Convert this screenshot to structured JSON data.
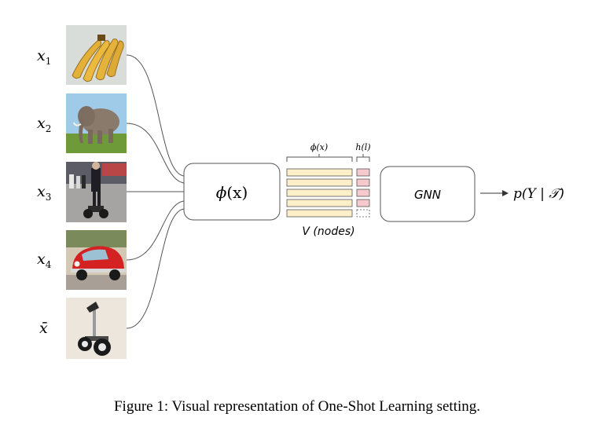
{
  "inputs": [
    {
      "label": "x",
      "sub": "1",
      "image": "bananas"
    },
    {
      "label": "x",
      "sub": "2",
      "image": "elephant"
    },
    {
      "label": "x",
      "sub": "3",
      "image": "person-on-segway"
    },
    {
      "label": "x",
      "sub": "4",
      "image": "red-beetle-car"
    },
    {
      "label": "x̄",
      "sub": "",
      "image": "segway"
    }
  ],
  "embed_box": {
    "func": "ϕ",
    "arg": "(x)"
  },
  "nodes": {
    "phi_label": "ϕ(x)",
    "h_label": "h(l)",
    "caption": "V (nodes)",
    "colors": {
      "phi": "#fdf0c8",
      "h": "#f6c9cd"
    }
  },
  "gnn_box": {
    "label": "GNN"
  },
  "output": {
    "text": "p(Y | 𝒯)"
  },
  "figure_caption": "Figure 1: Visual representation of One-Shot Learning setting."
}
